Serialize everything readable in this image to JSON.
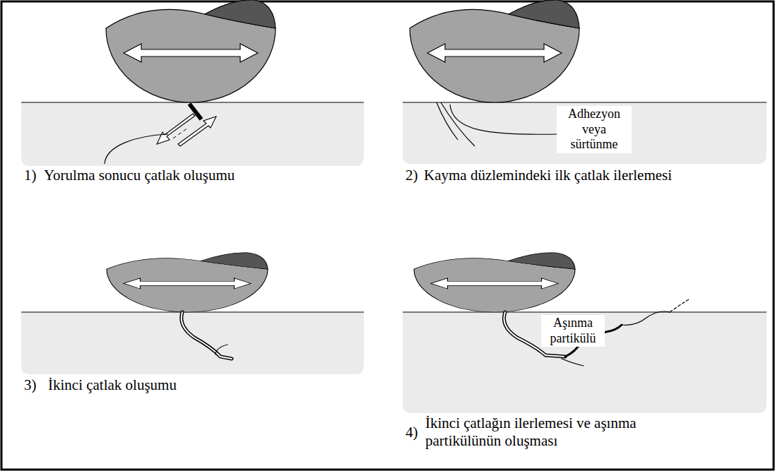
{
  "diagram": {
    "labels": [
      "1)",
      "Yorulma sonucu çatlak oluşumu",
      "2)",
      "Kayma düzlemindeki ilk çatlak ilerlemesi",
      "Adhezyon veya sürtünme",
      "3)",
      "İkinci çatlak oluşumu",
      "Aşınma partikülü",
      "4)",
      "İkinci çatlağın ilerlemesi ve aşınma partikülünün oluşması"
    ]
  }
}
